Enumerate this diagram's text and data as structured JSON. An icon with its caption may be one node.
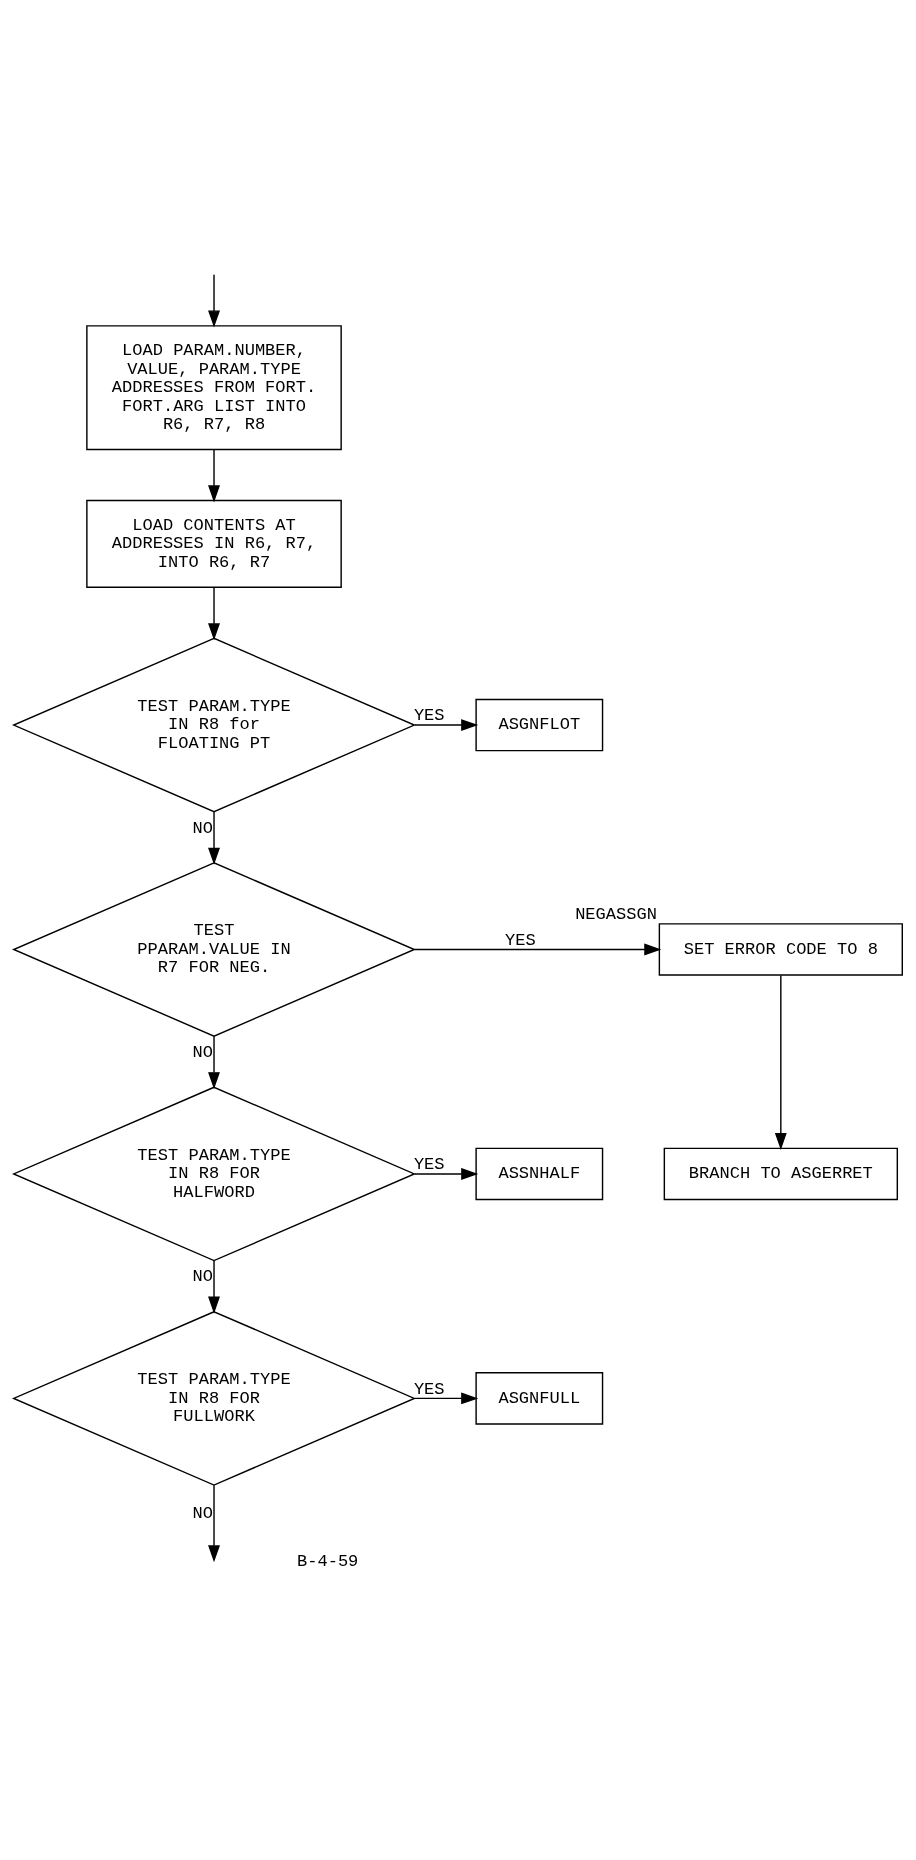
{
  "diagram": {
    "nodes": [
      {
        "text": [
          "LOAD PARAM.NUMBER, VALUE, PARAM.TYPE ADDRESSES FROM FORT. FORT.ARG LIST INTO R6, R7, R8"
        ]
      },
      {
        "text": [
          "LOAD CONTENTS AT ADDRESSES IN R6, R7, INTO R6, R7"
        ]
      },
      {
        "text": [
          "TEST PARAM.TYPE IN R8 for FLOATING PT"
        ]
      },
      {
        "text": [
          "ASGNFLOT"
        ]
      },
      {
        "text": [
          "TEST PPARAM.VALUE IN R7 FOR NEG."
        ]
      },
      {
        "text": [
          "SET ERROR CODE TO 8"
        ],
        "beside": [
          "NEGASSGN"
        ]
      },
      {
        "text": [
          "BRANCH TO ASGERRET"
        ]
      },
      {
        "text": [
          "TEST PARAM.TYPE IN R8 FOR HALFWORD"
        ]
      },
      {
        "text": [
          "ASSNHALF"
        ]
      },
      {
        "text": [
          "TEST PARAM.TYPE IN R8 FOR FULLWORK"
        ]
      },
      {
        "text": [
          "ASGNFULL"
        ]
      }
    ],
    "edges": [
      {
        "from": null,
        "to": 0,
        "arrow": "to"
      },
      {
        "from": 0,
        "to": 1,
        "arrow": "to"
      },
      {
        "from": 1,
        "to": 2,
        "arrow": "to"
      },
      {
        "from": 2,
        "to": 3,
        "arrow": "to",
        "label": "YES"
      },
      {
        "from": 2,
        "to": 4,
        "arrow": "to",
        "label": "NO"
      },
      {
        "from": 4,
        "to": 5,
        "arrow": "to",
        "label": "YES"
      },
      {
        "from": 5,
        "to": 6,
        "arrow": "to"
      },
      {
        "from": 4,
        "to": 7,
        "arrow": "to",
        "label": "NO"
      },
      {
        "from": 7,
        "to": 8,
        "arrow": "to",
        "label": "YES"
      },
      {
        "from": 7,
        "to": 9,
        "arrow": "to",
        "label": "NO"
      },
      {
        "from": 9,
        "to": 10,
        "arrow": "to",
        "label": "YES"
      },
      {
        "from": 9,
        "to": null,
        "arrow": "to",
        "label": "NO"
      }
    ],
    "labels": [
      "B-4-59"
    ]
  }
}
